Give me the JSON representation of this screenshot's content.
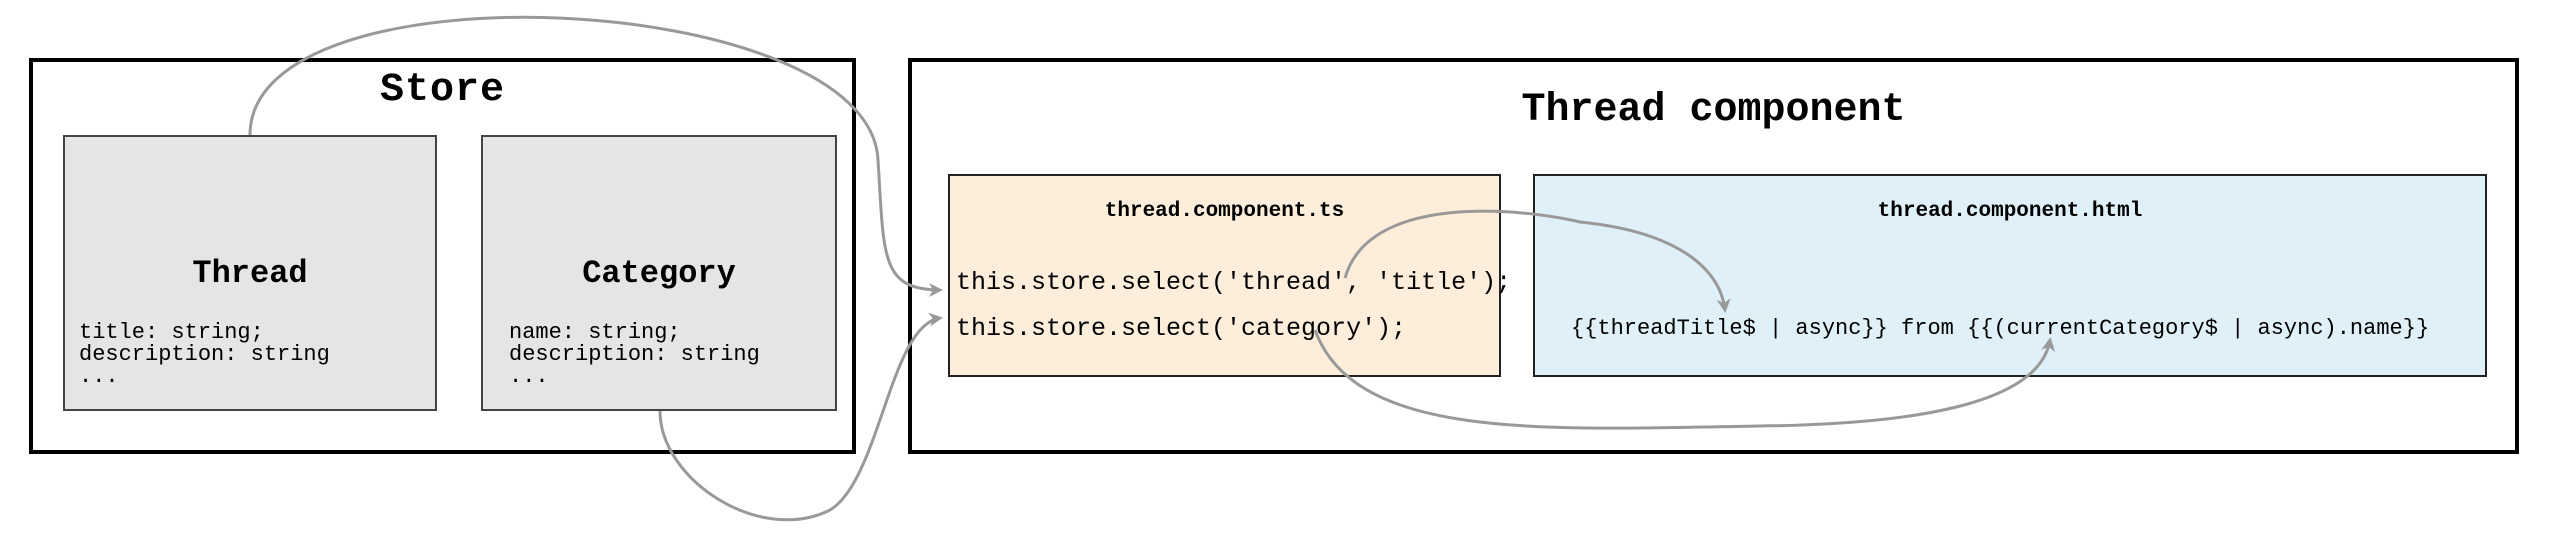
{
  "colors": {
    "frame_border": "#000000",
    "entity_fill": "#e5e5e5",
    "ts_fill": "#fdeedb",
    "html_fill": "#dff0f9",
    "arrow": "#999999"
  },
  "store": {
    "title": "Store",
    "thread": {
      "title": "Thread",
      "fields": [
        "title: string;",
        "description: string",
        "..."
      ]
    },
    "category": {
      "title": "Category",
      "fields": [
        "name: string;",
        "description: string",
        "..."
      ]
    }
  },
  "thread_component": {
    "title": "Thread component",
    "ts_file": {
      "title": "thread.component.ts",
      "line1": "this.store.select('thread', 'title');",
      "line2": "this.store.select('category');"
    },
    "html_file": {
      "title": "thread.component.html",
      "line1": "{{threadTitle$ | async}} from {{(currentCategory$ | async).name}}"
    }
  }
}
